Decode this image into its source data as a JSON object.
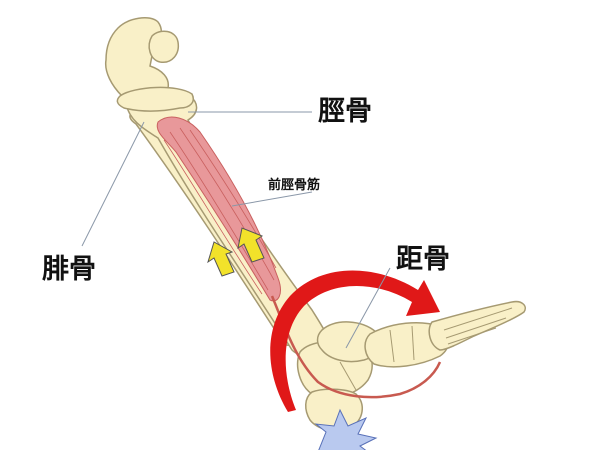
{
  "labels": {
    "tibia": "脛骨",
    "tibialis_anterior": "前脛骨筋",
    "fibula": "腓骨",
    "talus": "距骨"
  },
  "colors": {
    "bone_fill": "#f9f0c8",
    "bone_stroke": "#a69a72",
    "muscle_fill": "#e8989a",
    "muscle_fiber": "#c9605f",
    "tendon": "#c85a50",
    "rotation_arrow": "#e01818",
    "push_arrow": "#f2e22a",
    "impact": "#b9c9ef",
    "leader_line": "#8a97a8"
  },
  "icons": {
    "rotation": "curved-arrow-icon",
    "muscle_pull": "up-arrow-icon",
    "ground_impact": "burst-icon"
  }
}
